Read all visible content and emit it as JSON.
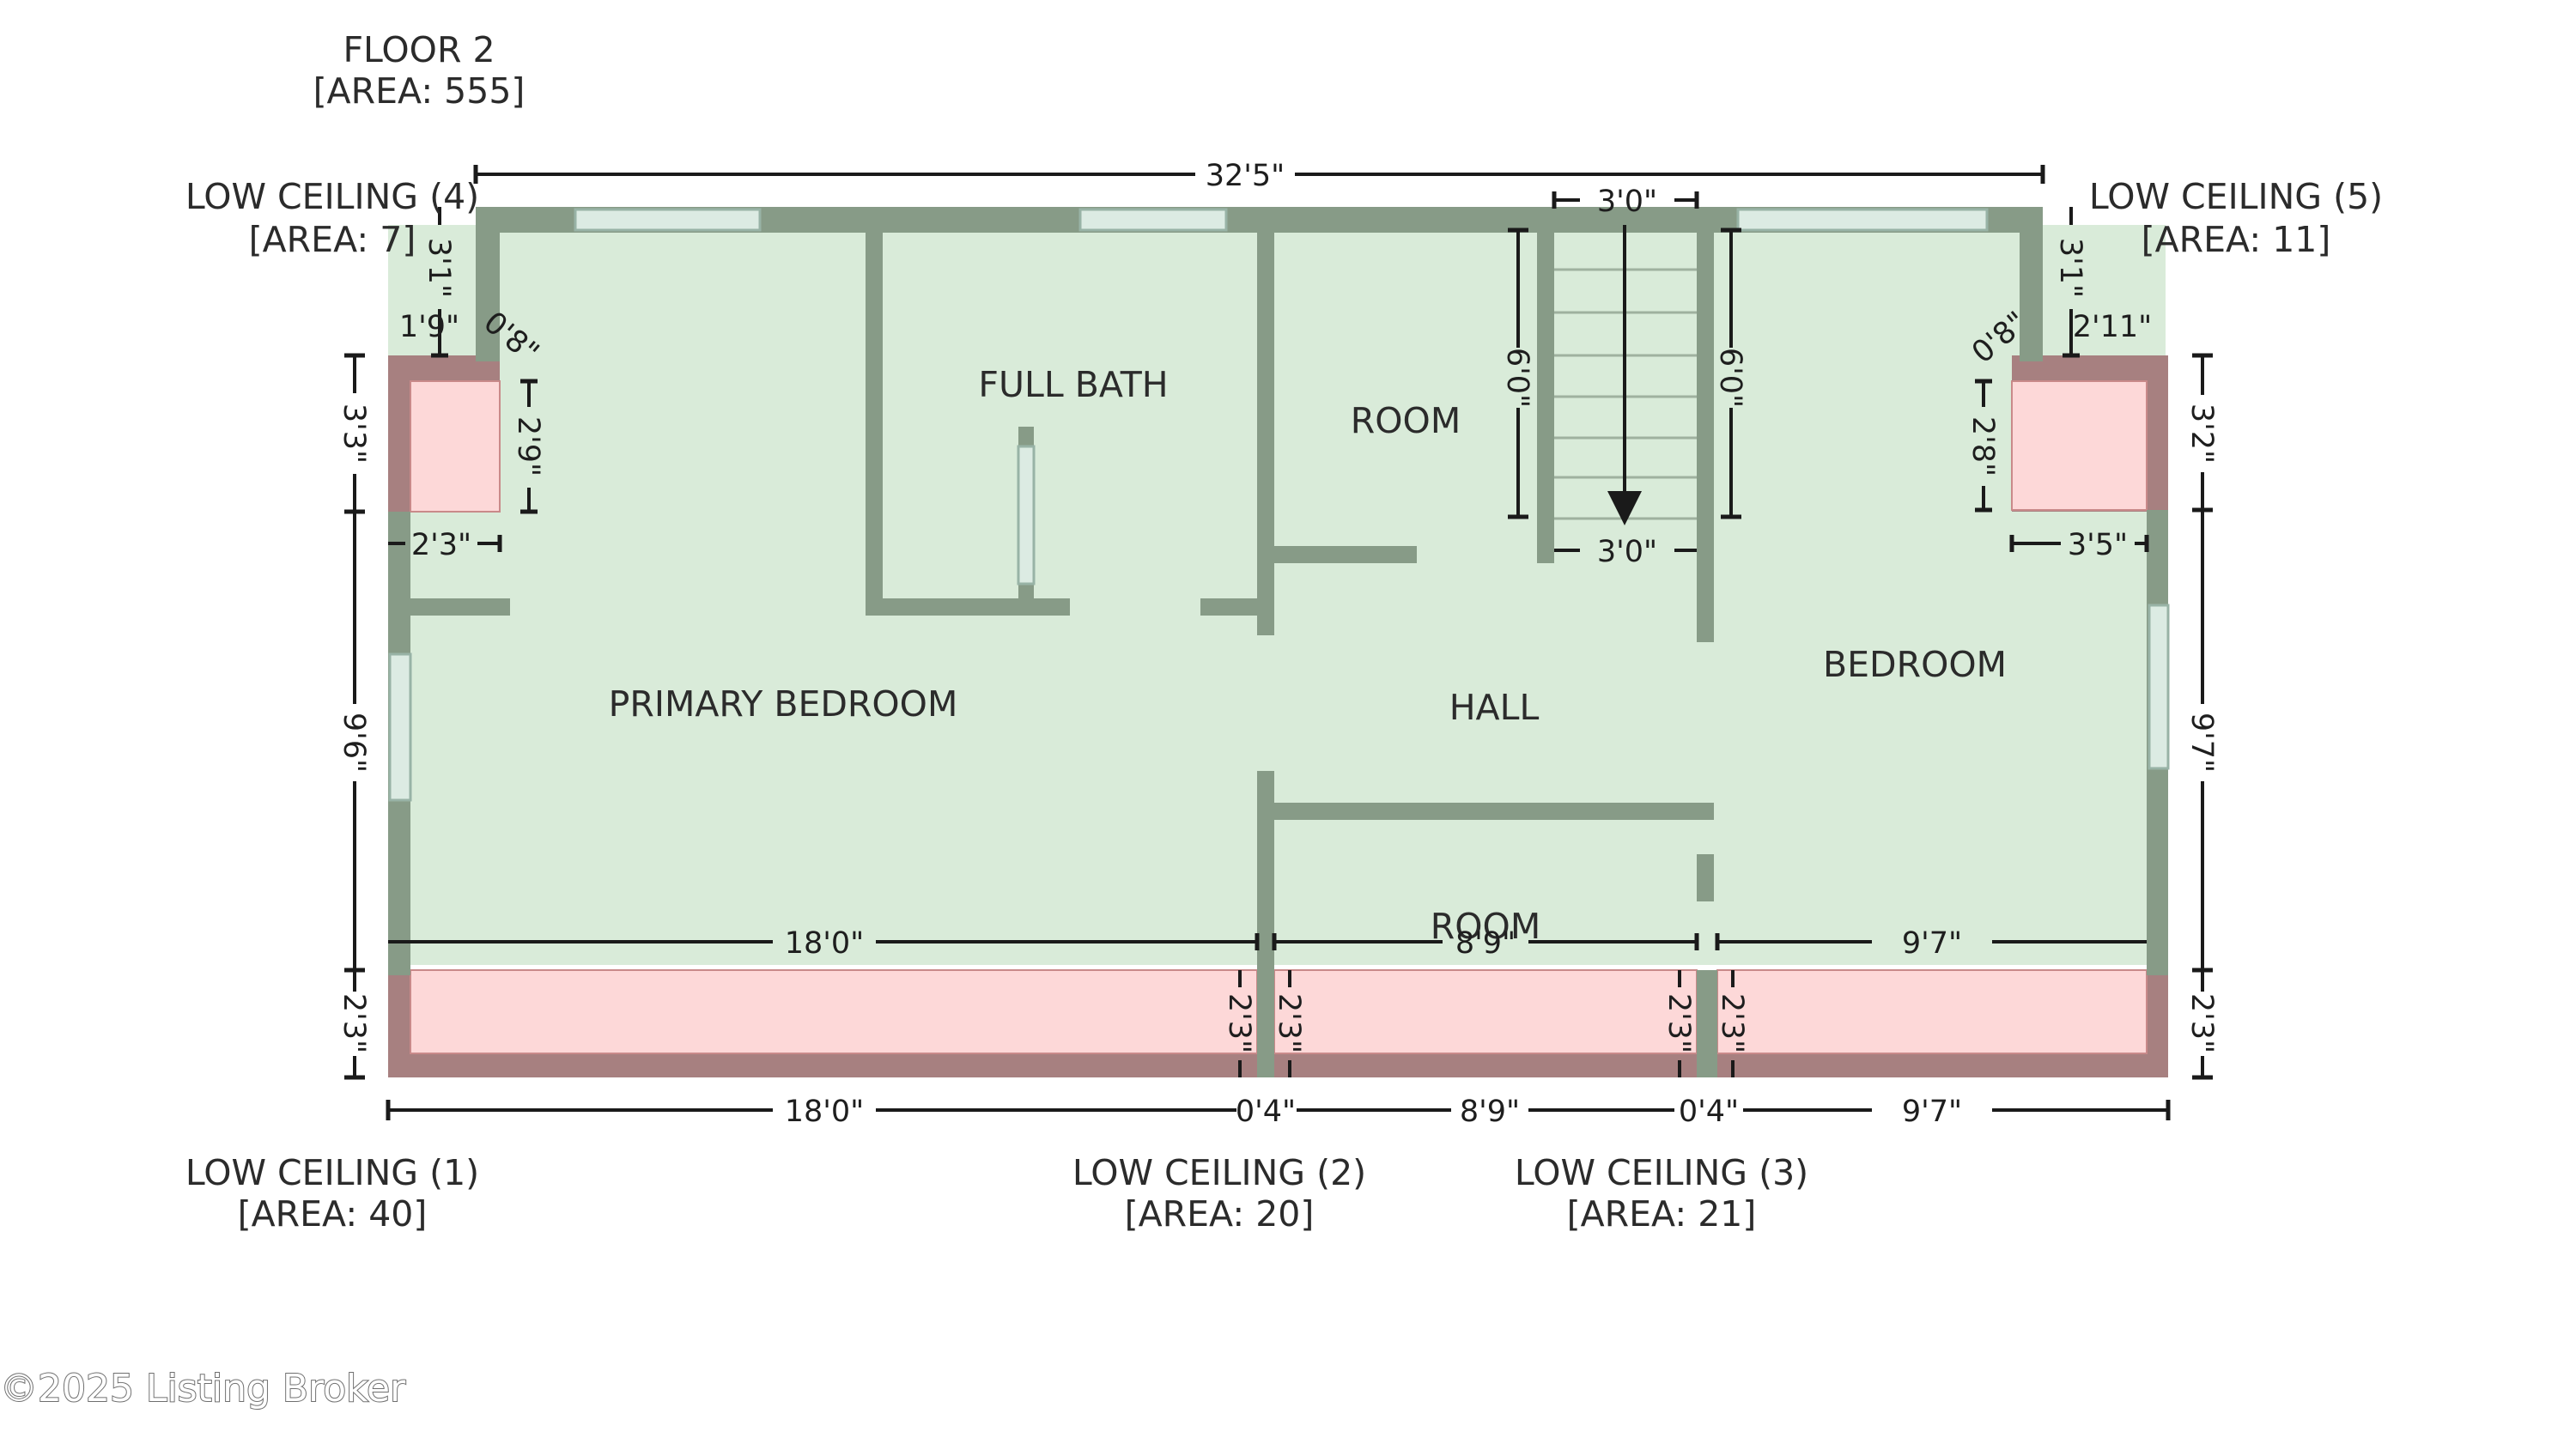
{
  "floor": {
    "title": "FLOOR 2",
    "area": "[AREA: 555]"
  },
  "rooms": {
    "primary_bedroom": "PRIMARY BEDROOM",
    "full_bath": "FULL BATH",
    "room_upper": "ROOM",
    "hall": "HALL",
    "bedroom": "BEDROOM",
    "room_lower": "ROOM"
  },
  "low_ceilings": {
    "lc1": {
      "title": "LOW CEILING (1)",
      "area": "[AREA: 40]"
    },
    "lc2": {
      "title": "LOW CEILING (2)",
      "area": "[AREA: 20]"
    },
    "lc3": {
      "title": "LOW CEILING (3)",
      "area": "[AREA: 21]"
    },
    "lc4": {
      "title": "LOW CEILING (4)",
      "area": "[AREA: 7]"
    },
    "lc5": {
      "title": "LOW CEILING (5)",
      "area": "[AREA: 11]"
    }
  },
  "dimensions": {
    "overall_top": "32'5\"",
    "stair_top": "3'0\"",
    "stair_bottom": "3'0\"",
    "stair_left_v": "6'0\"",
    "stair_right_v": "6'0\"",
    "lc4_top_v": "3'1\"",
    "lc4_top_h": "1'9\"",
    "lc4_diag": "0'8\"",
    "lc4_left_v": "3'3\"",
    "lc4_inner_v": "2'9\"",
    "lc4_bottom_h": "2'3\"",
    "lc5_top_v": "3'1\"",
    "lc5_top_h": "2'11\"",
    "lc5_diag": "0'8\"",
    "lc5_right_v": "3'2\"",
    "lc5_inner_v": "2'8\"",
    "lc5_bottom_h": "3'5\"",
    "left_v_mid": "9'6\"",
    "right_v_mid": "9'7\"",
    "left_v_low": "2'3\"",
    "right_v_low": "2'3\"",
    "inner_18": "18'0\"",
    "inner_89": "8'9\"",
    "inner_97": "9'7\"",
    "low_v1": "2'3\"",
    "low_v2": "2'3\"",
    "low_v3": "2'3\"",
    "low_v4": "2'3\"",
    "bottom_18": "18'0\"",
    "bottom_04a": "0'4\"",
    "bottom_89": "8'9\"",
    "bottom_04b": "0'4\"",
    "bottom_97": "9'7\""
  },
  "watermark": "©2025 Listing Broker",
  "colors": {
    "wall": "#879b87",
    "room_fill": "#d9ebd9",
    "low_ceiling_fill": "#fdd8d8",
    "low_ceiling_wall": "#a78080"
  }
}
